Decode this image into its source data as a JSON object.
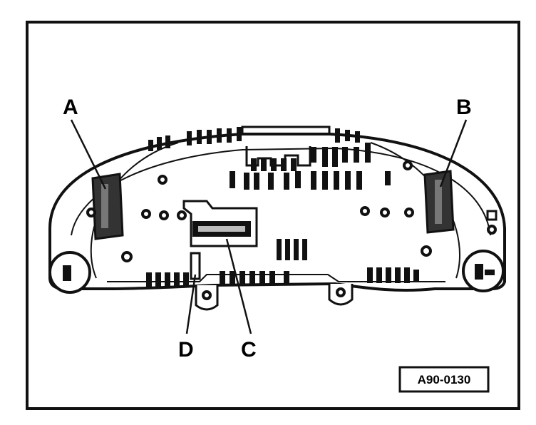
{
  "callouts": {
    "a": "A",
    "b": "B",
    "c": "C",
    "d": "D"
  },
  "figure_id": "A90-0130"
}
